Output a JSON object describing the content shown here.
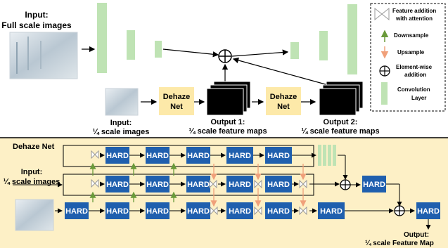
{
  "top": {
    "input_full_label_1": "Input:",
    "input_full_label_2": "Full scale images",
    "input_quarter_label_1": "Input:",
    "input_quarter_label_2": "¼ scale images",
    "dehaze_net_label_1": "Dehaze",
    "dehaze_net_label_2": "Net",
    "output1_label_1": "Output 1:",
    "output1_label_2": "¼ scale feature maps",
    "output2_label_1": "Output 2:",
    "output2_label_2": "¼ scale feature maps"
  },
  "legend": {
    "attention_label_1": "Feature addition",
    "attention_label_2": "with attention",
    "downsample_label": "Downsample",
    "upsample_label": "Upsample",
    "elementwise_label_1": "Element-wise",
    "elementwise_label_2": "addition",
    "conv_label_1": "Convolution",
    "conv_label_2": "Layer"
  },
  "bottom": {
    "title": "Dehaze Net",
    "input_label_1": "Input:",
    "input_label_2": "¼ scale images",
    "hard_label": "HARD",
    "output_label_1": "Output:",
    "output_label_2": "¼ scale Feature Map"
  },
  "colors": {
    "conv_green": "#bfe3b4",
    "dehaze_yellow": "#fde9a9",
    "bottom_panel": "#fdf0c6",
    "hard_blue": "#1f5fae",
    "down_arrow": "#6a9a3a",
    "up_arrow": "#f0a07a"
  }
}
